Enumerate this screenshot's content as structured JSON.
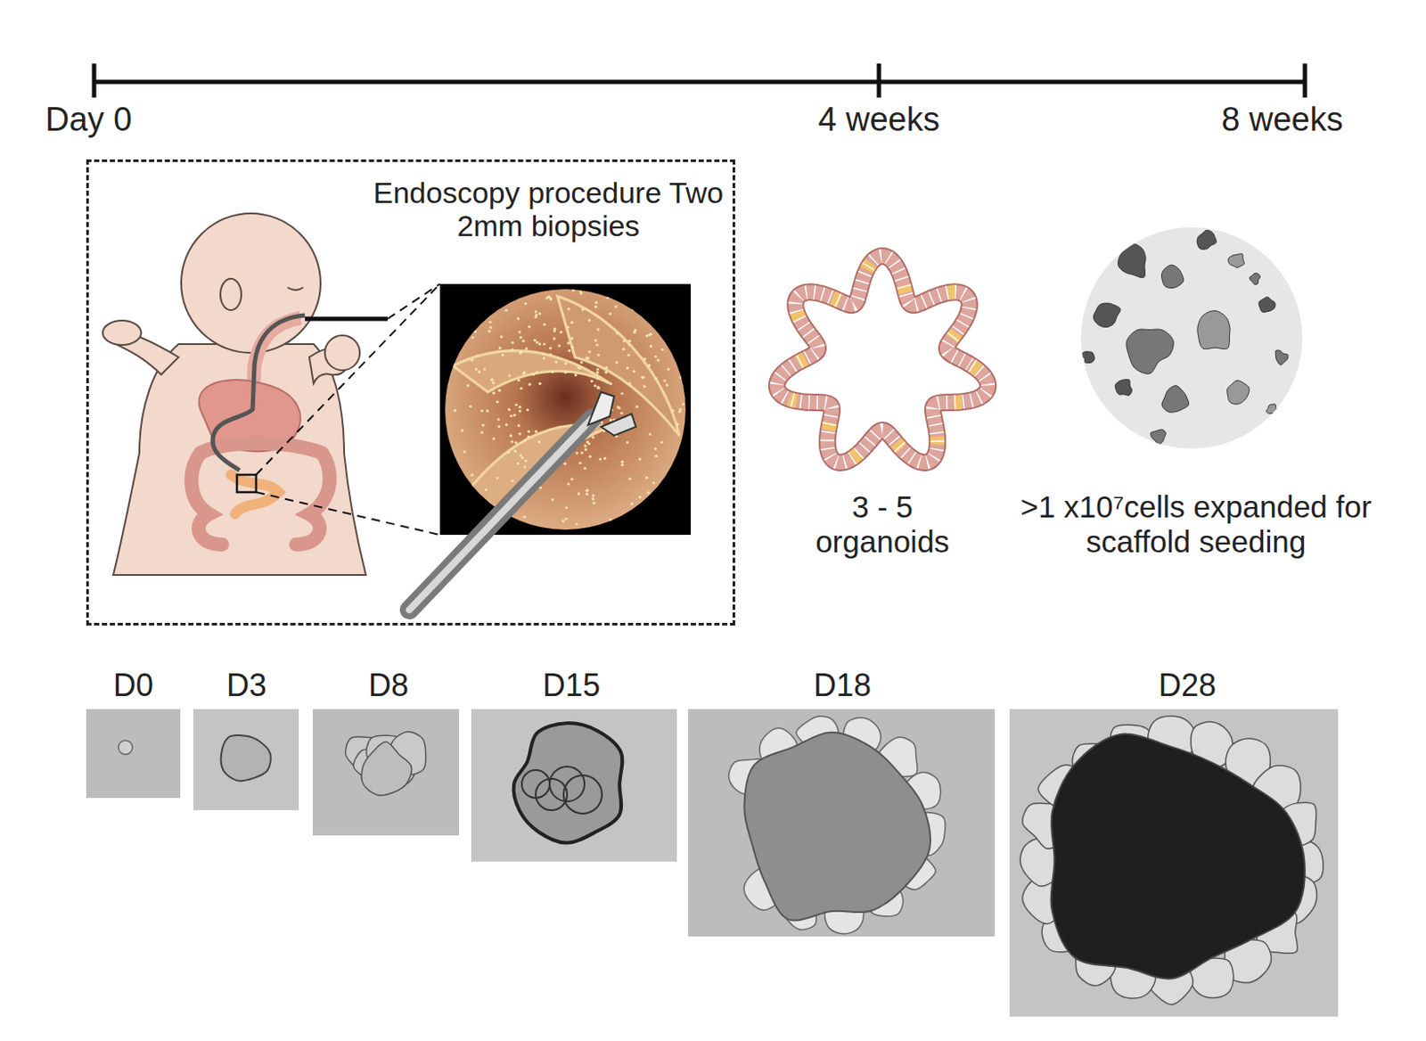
{
  "diagram": {
    "nodes": [
      {
        "text": [
          "Endoscopy procedure Two 2mm biopsies"
        ]
      }
    ],
    "labels": [
      "Day 0",
      "4 weeks",
      "8 weeks",
      "3 - 5 organoids",
      ">1 x10⁷cells expanded for scaffold seeding",
      "D0",
      "D3",
      "D8",
      "D15",
      "D18",
      "D28"
    ]
  }
}
